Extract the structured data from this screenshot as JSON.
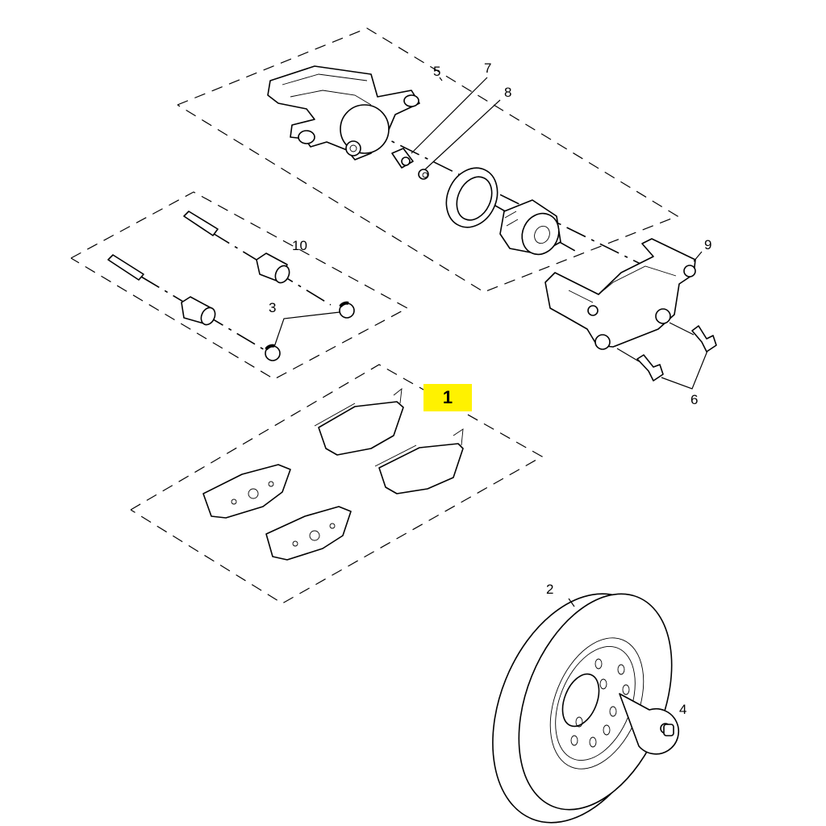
{
  "diagram": {
    "type": "exploded parts diagram",
    "subject": "front brake assembly",
    "highlighted_callout": "1",
    "highlight_color": "#fff200",
    "groups": [
      {
        "id": "caliper-group",
        "parts": [
          "5",
          "7",
          "8"
        ]
      },
      {
        "id": "guide-pin-group",
        "parts": [
          "10",
          "3"
        ]
      },
      {
        "id": "brake-pad-group",
        "parts": [
          "1"
        ]
      },
      {
        "id": "carrier",
        "parts": [
          "9",
          "6"
        ]
      },
      {
        "id": "disc",
        "parts": [
          "2",
          "4"
        ]
      }
    ]
  },
  "callouts": {
    "c1": "1",
    "c2": "2",
    "c3": "3",
    "c4": "4",
    "c5": "5",
    "c6": "6",
    "c7": "7",
    "c8": "8",
    "c9": "9",
    "c10": "10"
  }
}
